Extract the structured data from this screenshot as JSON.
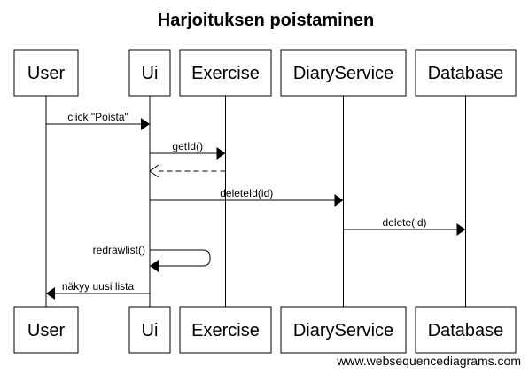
{
  "diagram": {
    "title": "Harjoituksen poistaminen",
    "participants": [
      {
        "id": "user",
        "label": "User"
      },
      {
        "id": "ui",
        "label": "Ui"
      },
      {
        "id": "exercise",
        "label": "Exercise"
      },
      {
        "id": "diaryservice",
        "label": "DiaryService"
      },
      {
        "id": "database",
        "label": "Database"
      }
    ],
    "messages": [
      {
        "from": "user",
        "to": "ui",
        "label": "click \"Poista\"",
        "style": "solid"
      },
      {
        "from": "ui",
        "to": "exercise",
        "label": "getId()",
        "style": "solid"
      },
      {
        "from": "exercise",
        "to": "ui",
        "label": "",
        "style": "dashed"
      },
      {
        "from": "ui",
        "to": "diaryservice",
        "label": "deleteId(id)",
        "style": "solid"
      },
      {
        "from": "diaryservice",
        "to": "database",
        "label": "delete(id)",
        "style": "solid"
      },
      {
        "from": "ui",
        "to": "ui",
        "label": "redrawlist()",
        "style": "self"
      },
      {
        "from": "ui",
        "to": "user",
        "label": "näkyy uusi lista",
        "style": "solid"
      }
    ],
    "watermark": "www.websequencediagrams.com"
  }
}
